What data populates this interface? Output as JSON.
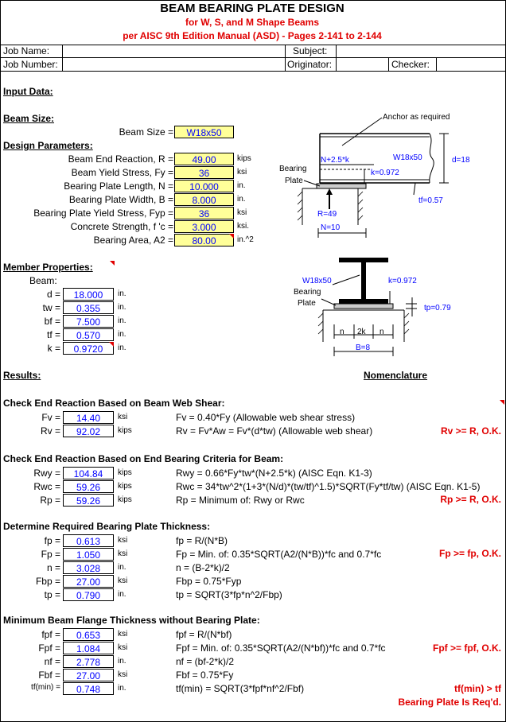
{
  "header": {
    "title": "BEAM BEARING PLATE DESIGN",
    "subtitle1": "for W, S, and M Shape Beams",
    "subtitle2": "per AISC 9th Edition Manual (ASD) - Pages 2-141 to 2-144"
  },
  "job": {
    "job_name_label": "Job Name:",
    "subject_label": "Subject:",
    "job_number_label": "Job Number:",
    "originator_label": "Originator:",
    "checker_label": "Checker:",
    "job_name": "",
    "subject": "",
    "job_number": "",
    "originator": "",
    "checker": ""
  },
  "input": {
    "section_label": "Input Data:",
    "beam_size_section": "Beam Size:",
    "beam_size_label": "Beam Size =",
    "beam_size": "W18x50",
    "design_params_section": "Design Parameters:",
    "params": [
      {
        "label": "Beam End Reaction, R =",
        "value": "49.00",
        "unit": "kips"
      },
      {
        "label": "Beam Yield Stress, Fy =",
        "value": "36",
        "unit": "ksi"
      },
      {
        "label": "Bearing Plate Length, N =",
        "value": "10.000",
        "unit": "in."
      },
      {
        "label": "Bearing Plate Width, B =",
        "value": "8.000",
        "unit": "in."
      },
      {
        "label": "Bearing Plate Yield Stress, Fyp =",
        "value": "36",
        "unit": "ksi"
      },
      {
        "label": "Concrete Strength, f 'c =",
        "value": "3.000",
        "unit": "ksi."
      },
      {
        "label": "Bearing Area, A2 =",
        "value": "80.00",
        "unit": "in.^2"
      }
    ]
  },
  "member": {
    "section_label": "Member Properties:",
    "beam_label": "Beam:",
    "props": [
      {
        "label": "d =",
        "value": "18.000",
        "unit": "in."
      },
      {
        "label": "tw =",
        "value": "0.355",
        "unit": "in."
      },
      {
        "label": "bf =",
        "value": "7.500",
        "unit": "in."
      },
      {
        "label": "tf =",
        "value": "0.570",
        "unit": "in."
      },
      {
        "label": "k =",
        "value": "0.9720",
        "unit": "in."
      }
    ]
  },
  "results": {
    "section_label": "Results:",
    "nomenclature_label": "Nomenclature"
  },
  "web_shear": {
    "heading": "Check End Reaction Based on Beam Web Shear:",
    "rows": [
      {
        "label": "Fv =",
        "value": "14.40",
        "unit": "ksi",
        "eq": "Fv = 0.40*Fy  (Allowable web shear stress)"
      },
      {
        "label": "Rv =",
        "value": "92.02",
        "unit": "kips",
        "eq": "Rv = Fv*Aw = Fv*(d*tw)  (Allowable web shear)"
      }
    ],
    "check": "Rv >= R, O.K."
  },
  "end_bearing": {
    "heading": "Check End Reaction Based on End Bearing Criteria for Beam:",
    "rows": [
      {
        "label": "Rwy =",
        "value": "104.84",
        "unit": "kips",
        "eq": "Rwy = 0.66*Fy*tw*(N+2.5*k)  (AISC Eqn. K1-3)"
      },
      {
        "label": "Rwc =",
        "value": "59.26",
        "unit": "kips",
        "eq": "Rwc = 34*tw^2*(1+3*(N/d)*(tw/tf)^1.5)*SQRT(Fy*tf/tw)  (AISC Eqn. K1-5)"
      },
      {
        "label": "Rp =",
        "value": "59.26",
        "unit": "kips",
        "eq": "Rp = Minimum of:  Rwy  or  Rwc"
      }
    ],
    "check": "Rp >= R, O.K."
  },
  "plate_thickness": {
    "heading": "Determine Required Bearing Plate Thickness:",
    "rows": [
      {
        "label": "fp =",
        "value": "0.613",
        "unit": "ksi",
        "eq": "fp = R/(N*B)"
      },
      {
        "label": "Fp =",
        "value": "1.050",
        "unit": "ksi",
        "eq": "Fp = Min. of: 0.35*SQRT(A2/(N*B))*fc and 0.7*fc"
      },
      {
        "label": "n =",
        "value": "3.028",
        "unit": "in.",
        "eq": "n = (B-2*k)/2"
      },
      {
        "label": "Fbp =",
        "value": "27.00",
        "unit": "ksi",
        "eq": "Fbp = 0.75*Fyp"
      },
      {
        "label": "tp =",
        "value": "0.790",
        "unit": "in.",
        "eq": "tp = SQRT(3*fp*n^2/Fbp)"
      }
    ],
    "check": "Fp >= fp, O.K."
  },
  "flange": {
    "heading": "Minimum Beam Flange Thickness without Bearing Plate:",
    "rows": [
      {
        "label": "fpf =",
        "value": "0.653",
        "unit": "ksi",
        "eq": "fpf = R/(N*bf)"
      },
      {
        "label": "Fpf =",
        "value": "1.084",
        "unit": "ksi",
        "eq": "Fpf = Min. of: 0.35*SQRT(A2/(N*bf))*fc and 0.7*fc"
      },
      {
        "label": "nf =",
        "value": "2.778",
        "unit": "in.",
        "eq": "nf = (bf-2*k)/2"
      },
      {
        "label": "Fbf =",
        "value": "27.00",
        "unit": "ksi",
        "eq": "Fbf = 0.75*Fy"
      },
      {
        "label": "tf(min) =",
        "value": "0.748",
        "unit": "in.",
        "eq": "tf(min) = SQRT(3*fpf*nf^2/Fbf)"
      }
    ],
    "check1": "Fpf >= fpf, O.K.",
    "check2": "tf(min) > tf",
    "check3": "Bearing Plate Is Req'd."
  },
  "diagram1": {
    "anchor": "Anchor as required",
    "n25k": "N+2.5*k",
    "beam": "W18x50",
    "d": "d=18",
    "bearing": "Bearing",
    "plate": "Plate",
    "k": "k=0.972",
    "tf": "tf=0.57",
    "R": "R=49",
    "N": "N=10"
  },
  "diagram2": {
    "beam": "W18x50",
    "k": "k=0.972",
    "bearing": "Bearing",
    "plate": "Plate",
    "tp": "tp=0.79",
    "n1": "n",
    "k2": "2k",
    "n2": "n",
    "B": "B=8"
  },
  "colors": {
    "input_fill": "#ffff99",
    "value_text": "#0000ff",
    "ok_text": "#e00000"
  }
}
